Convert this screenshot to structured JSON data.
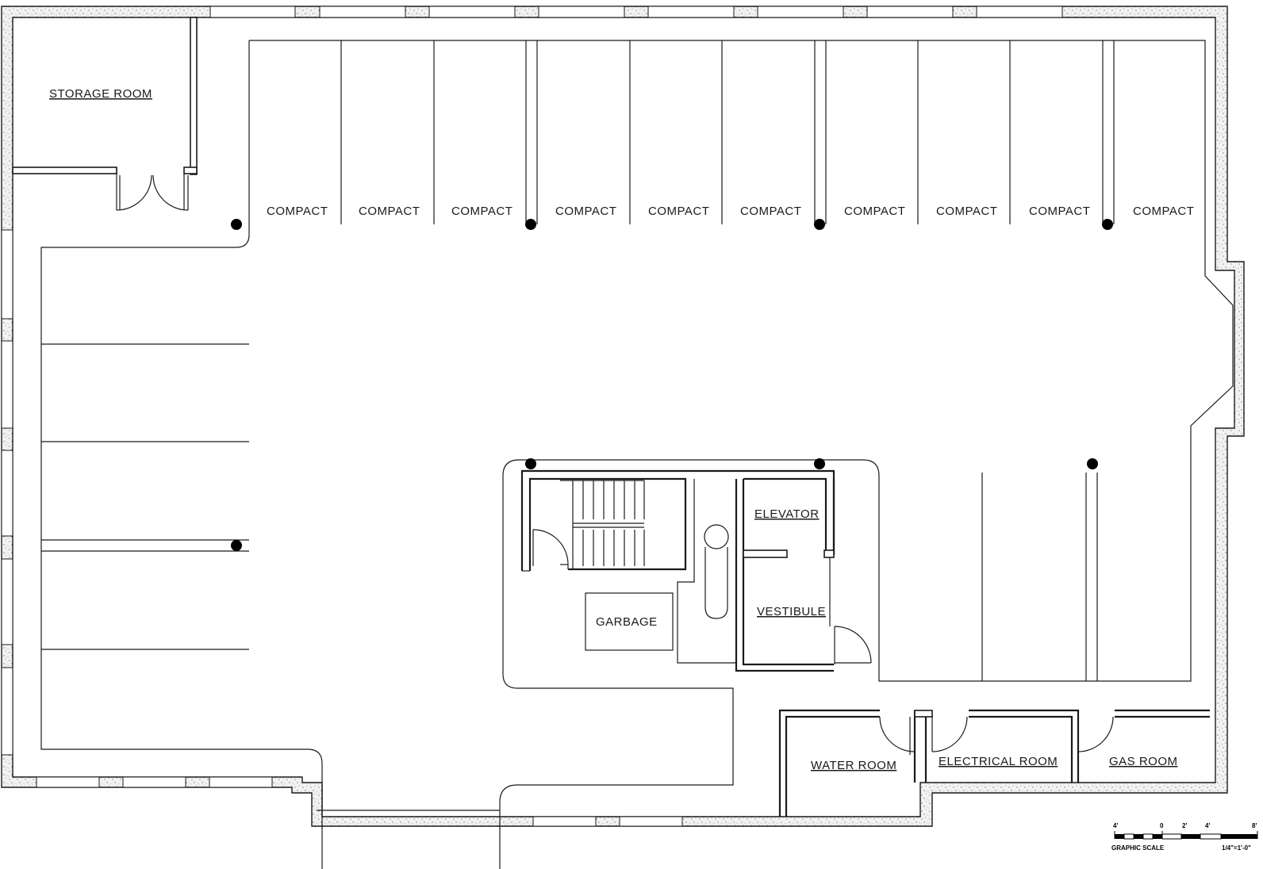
{
  "rooms": {
    "storage": "STORAGE  ROOM",
    "elevator": "ELEVATOR",
    "vestibule": "VESTIBULE",
    "garbage": "GARBAGE",
    "water": "WATER  ROOM",
    "electrical": "ELECTRICAL  ROOM",
    "gas": "GAS ROOM"
  },
  "parking": {
    "stalls": [
      "COMPACT",
      "COMPACT",
      "COMPACT",
      "COMPACT",
      "COMPACT",
      "COMPACT",
      "COMPACT",
      "COMPACT",
      "COMPACT",
      "COMPACT"
    ]
  },
  "scale": {
    "t1": "4'",
    "t2": "0",
    "t3": "2'",
    "t4": "4'",
    "t5": "8'",
    "caption": "GRAPHIC SCALE",
    "ratio": "1/4\"=1'-0\""
  },
  "colors": {
    "line": "#1a1a1a",
    "background": "#ffffff"
  }
}
